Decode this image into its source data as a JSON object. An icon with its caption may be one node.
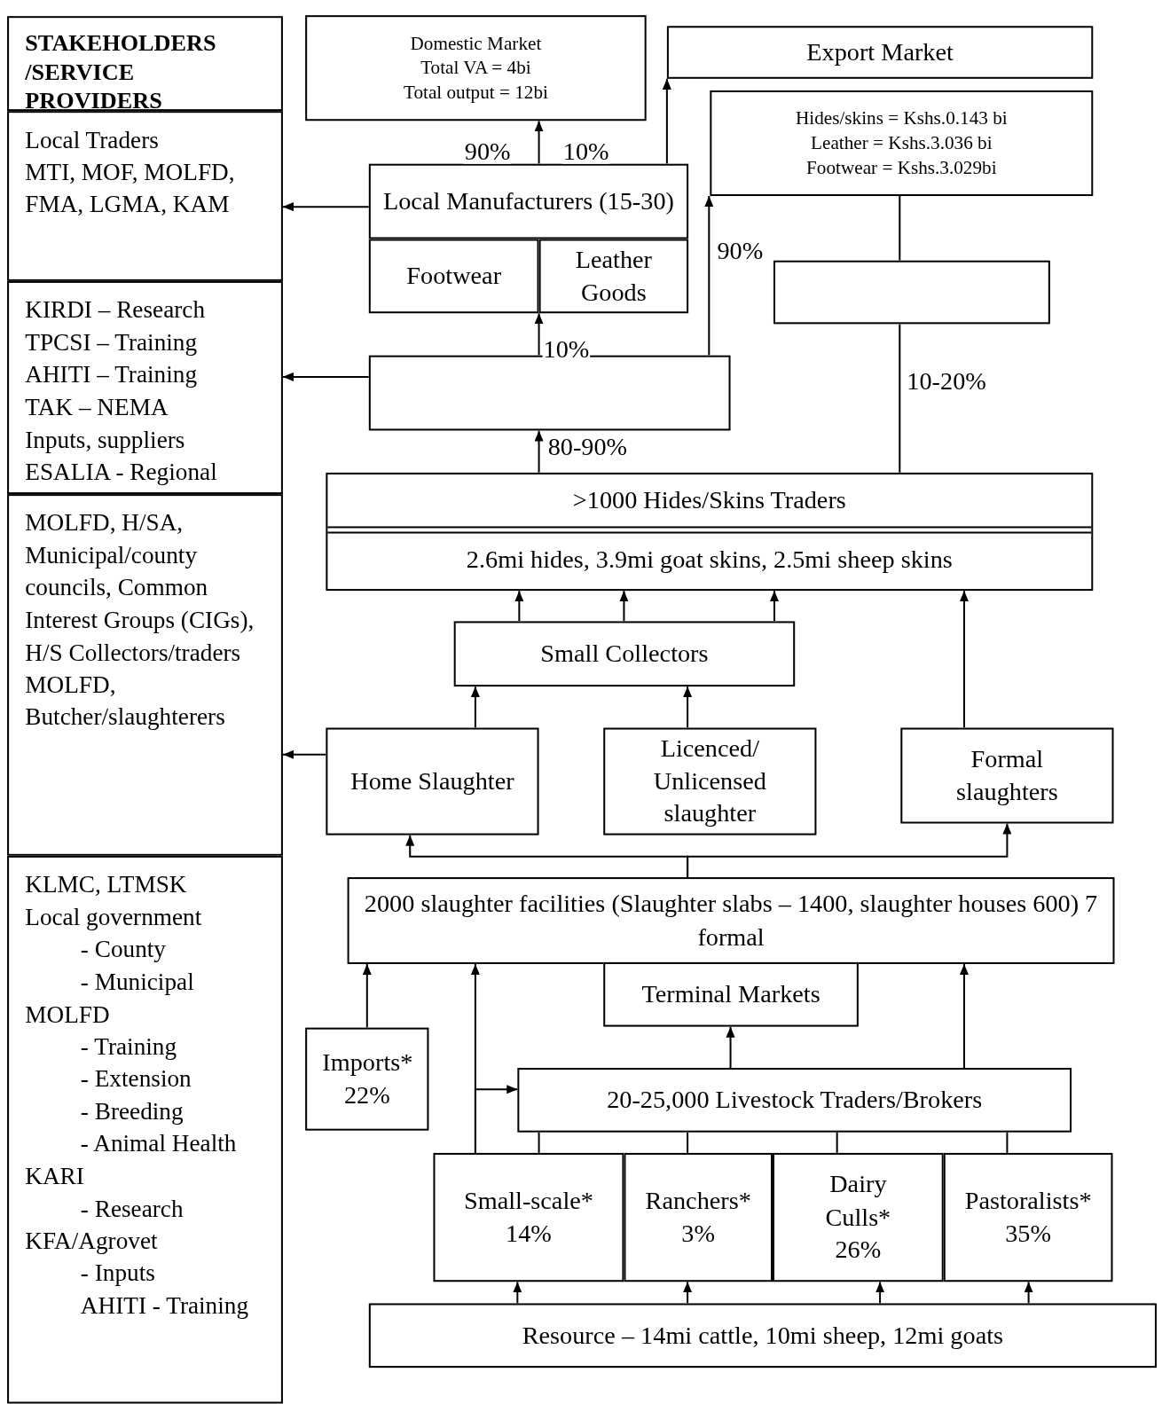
{
  "diagram": {
    "nodes": [
      {
        "text": [
          "STAKEHOLDERS /SERVICE PROVIDERS"
        ]
      },
      {
        "text": [
          "Domestic Market",
          "Total VA = 4bi",
          "Total output = 12bi"
        ]
      },
      {
        "text": [
          "Export Market"
        ]
      },
      {
        "text": [
          "Hides/skins = Kshs.0.143 bi",
          "Leather = Kshs.3.036 bi",
          "Footwear = Kshs.3.029bi"
        ]
      },
      {
        "text": [
          "Local Traders",
          "MTI, MOF, MOLFD, FMA, LGMA, KAM"
        ]
      },
      {
        "text": [
          "Local Manufacturers (15-30)"
        ]
      },
      {
        "text": [
          "Footwear"
        ]
      },
      {
        "text": [
          "Leather Goods"
        ]
      },
      {
        "text": [],
        "shape": "box"
      },
      {
        "text": [
          "KIRDI – Research",
          "TPCSI – Training",
          "AHITI – Training",
          "TAK – NEMA",
          "Inputs, suppliers",
          "ESALIA - Regional"
        ]
      },
      {
        "text": [],
        "shape": "box"
      },
      {
        "text": [
          ">1000 Hides/Skins Traders",
          "2.6mi hides, 3.9mi goat skins, 2.5mi sheep skins"
        ]
      },
      {
        "text": [
          "Small Collectors"
        ]
      },
      {
        "text": [
          "MOLFD, H/SA, Municipal/county councils, Common Interest Groups (CIGs),",
          "H/S Collectors/traders",
          "MOLFD, Butcher/slaughterers"
        ]
      },
      {
        "text": [
          "Home Slaughter"
        ]
      },
      {
        "text": [
          "Licenced/ Unlicensed slaughter"
        ]
      },
      {
        "text": [
          "Formal slaughters"
        ]
      },
      {
        "text": [
          "KLMC, LTMSK",
          "Local government",
          "- County",
          "- Municipal",
          "MOLFD",
          "- Training",
          "- Extension",
          "- Breeding",
          "- Animal Health",
          "KARI",
          "- Research",
          "KFA/Agrovet",
          "- Inputs",
          "AHITI - Training"
        ]
      },
      {
        "text": [
          "2000 slaughter facilities (Slaughter slabs – 1400, slaughter houses 600) 7 formal"
        ]
      },
      {
        "text": [
          "Terminal Markets"
        ]
      },
      {
        "text": [
          "Imports* 22%"
        ]
      },
      {
        "text": [
          "20-25,000 Livestock Traders/Brokers"
        ]
      },
      {
        "text": [
          "Small-scale* 14%"
        ]
      },
      {
        "text": [
          "Ranchers* 3%"
        ]
      },
      {
        "text": [
          "Dairy Culls* 26%"
        ]
      },
      {
        "text": [
          "Pastoralists* 35%"
        ]
      },
      {
        "text": [
          "Resource – 14mi cattle, 10mi sheep, 12mi goats"
        ]
      }
    ],
    "edges": [
      {
        "from": 5,
        "to": 1,
        "arrow": "to",
        "label": "90%"
      },
      {
        "from": 5,
        "to": 2,
        "arrow": "to",
        "label": "10%"
      },
      {
        "from": 5,
        "to": 4,
        "arrow": "to"
      },
      {
        "from": 10,
        "to": 7,
        "arrow": "to",
        "label": "10%"
      },
      {
        "from": 10,
        "to": 3,
        "arrow": "to",
        "label": "90%"
      },
      {
        "from": 10,
        "to": 9,
        "arrow": "to"
      },
      {
        "from": 11,
        "to": 10,
        "arrow": "to",
        "label": "80-90%"
      },
      {
        "from": 11,
        "to": 8,
        "arrow": "none",
        "label": "10-20%"
      },
      {
        "from": 8,
        "to": 3,
        "arrow": "none"
      },
      {
        "from": 12,
        "to": 11,
        "arrow": "to"
      },
      {
        "from": 12,
        "to": 11,
        "arrow": "to"
      },
      {
        "from": 12,
        "to": 11,
        "arrow": "to"
      },
      {
        "from": 14,
        "to": 12,
        "arrow": "to"
      },
      {
        "from": 15,
        "to": 12,
        "arrow": "to"
      },
      {
        "from": 16,
        "to": 11,
        "arrow": "to"
      },
      {
        "from": 14,
        "to": 13,
        "arrow": "to"
      },
      {
        "from": 18,
        "to": 14,
        "arrow": "to"
      },
      {
        "from": 18,
        "to": 16,
        "arrow": "to"
      },
      {
        "from": 20,
        "to": 18,
        "arrow": "to"
      },
      {
        "from": 22,
        "to": 18,
        "arrow": "to"
      },
      {
        "from": 22,
        "to": 21,
        "arrow": "to"
      },
      {
        "from": 21,
        "to": 19,
        "arrow": "to"
      },
      {
        "from": 21,
        "to": 18,
        "arrow": "to"
      },
      {
        "from": 22,
        "to": 21,
        "arrow": "none"
      },
      {
        "from": 23,
        "to": 21,
        "arrow": "none"
      },
      {
        "from": 24,
        "to": 21,
        "arrow": "none"
      },
      {
        "from": 25,
        "to": 21,
        "arrow": "none"
      },
      {
        "from": 26,
        "to": 22,
        "arrow": "to"
      },
      {
        "from": 26,
        "to": 23,
        "arrow": "to"
      },
      {
        "from": 26,
        "to": 24,
        "arrow": "to"
      },
      {
        "from": 26,
        "to": 25,
        "arrow": "to"
      }
    ]
  }
}
